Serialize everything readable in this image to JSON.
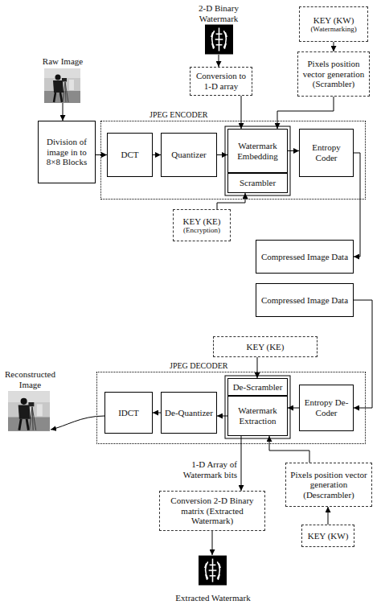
{
  "diagram": {
    "nodes": [
      {
        "text": [
          "KEY (KW)",
          "(Watermarking)"
        ]
      },
      {
        "text": [
          "Pixels position vector generation (Scrambler)"
        ]
      },
      {
        "text": [
          "Conversion to 1-D array"
        ]
      },
      {
        "text": [
          "Division of image in to 8×8 Blocks"
        ]
      },
      {
        "text": [
          "JPEG ENCODER"
        ]
      },
      {
        "text": [
          "DCT"
        ],
        "in": 4
      },
      {
        "text": [
          "Quantizer"
        ],
        "in": 4
      },
      {
        "text": [
          "Watermark Embedding"
        ],
        "in": 4
      },
      {
        "text": [
          "Scrambler"
        ],
        "in": 4
      },
      {
        "text": [
          "Entropy Coder"
        ],
        "in": 4
      },
      {
        "text": [
          "KEY (KE)",
          "(Encryption)"
        ]
      },
      {
        "text": [
          "Compressed Image Data"
        ]
      },
      {
        "text": [
          "Compressed Image Data"
        ]
      },
      {
        "text": [
          "KEY (KE)"
        ]
      },
      {
        "text": [
          "JPEG DECODER"
        ]
      },
      {
        "text": [
          "De-Scrambler"
        ],
        "in": 14
      },
      {
        "text": [
          "Watermark Extraction"
        ],
        "in": 14
      },
      {
        "text": [
          "Entropy De-Coder"
        ],
        "in": 14
      },
      {
        "text": [
          "De-Quantizer"
        ],
        "in": 14
      },
      {
        "text": [
          "IDCT"
        ],
        "in": 14
      },
      {
        "text": [
          "Pixels position vector generation (Descrambler)"
        ]
      },
      {
        "text": [
          "Conversion 2-D Binary matrix (Extracted Watermark)"
        ]
      },
      {
        "text": [
          "KEY (KW)"
        ]
      }
    ],
    "edges": [
      {
        "from": 0,
        "to": 1,
        "arrow": "to"
      },
      {
        "from": 1,
        "to": 7,
        "arrow": "to"
      },
      {
        "from": 2,
        "to": 7,
        "arrow": "to"
      },
      {
        "from": 3,
        "to": 5,
        "arrow": "to"
      },
      {
        "from": 5,
        "to": 6,
        "arrow": "to"
      },
      {
        "from": 6,
        "to": 7,
        "arrow": "to"
      },
      {
        "from": 7,
        "to": 9,
        "arrow": "to"
      },
      {
        "from": 10,
        "to": 8,
        "arrow": "to"
      },
      {
        "from": 9,
        "to": 11,
        "arrow": "to"
      },
      {
        "from": 12,
        "to": 17,
        "arrow": "to"
      },
      {
        "from": 13,
        "to": 15,
        "arrow": "to"
      },
      {
        "from": 17,
        "to": 16,
        "arrow": "to"
      },
      {
        "from": 16,
        "to": 18,
        "arrow": "to"
      },
      {
        "from": 18,
        "to": 19,
        "arrow": "to"
      },
      {
        "from": 16,
        "to": 21,
        "label": "1-D Array of Watermark bits",
        "arrow": "to"
      },
      {
        "from": 22,
        "to": 20,
        "arrow": "to"
      },
      {
        "from": 20,
        "to": 16,
        "arrow": "to"
      }
    ],
    "labels": [
      "2-D Binary Watermark",
      "Raw Image",
      "Reconstructed Image",
      "Extracted Watermark"
    ]
  }
}
